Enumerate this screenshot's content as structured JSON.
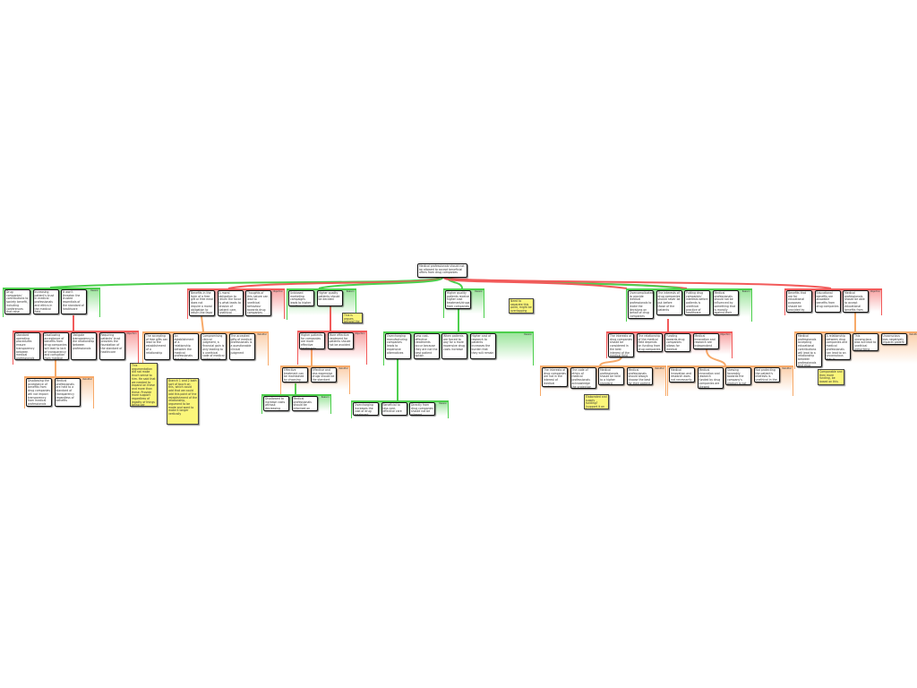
{
  "root": "Medical professionals should not be allowed to accept beneficial offers from drug companies",
  "colors": {
    "reason": "#4ccf4c",
    "objection": "#f25a5a",
    "rebuttal": "#f7a968",
    "note": "#fbf67a"
  },
  "labels": {
    "green": "Reason",
    "red": "Objection",
    "orange": "Rebuttal"
  },
  "groups": [
    {
      "kind": "green",
      "boxes": [
        "Drug companies' contributions to society benefit, including conferences that raise patient's health",
        "Increasing patient's trust in medical professionals and ethics in the medical field",
        "It won't threaten the trusted essentials of the standard of healthcare"
      ]
    },
    {
      "kind": "red",
      "boxes": [
        "Standard operating procedures ensure transparency between medical professionals and patients to prevent corruption",
        "Disallowing acceptance of benefits from drug companies will lead to lack of transparency and corruption from medical professionals",
        "Obligate transparency in the relationship between professionals",
        "Requiring patients' trust provides the foundation of the standard of healthcare"
      ]
    },
    {
      "kind": "orange",
      "boxes": [
        "Disallowing the acceptance of benefits from drug companies will not impact transparency from medical professionals",
        "Medical professionals are held to a standard of transparency regardless of benefits"
      ]
    },
    {
      "kind": "red",
      "boxes": [
        "Benefits in the form of a free gift or free meal does not require a moral obligation to return the favor",
        "A moral obligation to return the favor is what leads to erosion of patient care, unethical towards prescribing",
        "Thoughts of this nature can lead to unethical behaviour towards drug companies"
      ]
    },
    {
      "kind": "orange",
      "boxes": [
        "The accepting of free gifts can lead to the establishment of a relationship",
        "An establishment of a relationship between the medical professionals and drug companies for compensation",
        "Compromising clinical judgment, a financial gain is only leading to a unethical code of medical professionals",
        "The accepted gifts of medical professionals is a questionable clinical judgment"
      ]
    },
    {
      "kind": "green",
      "boxes": [
        "Unbiased marketing campaigns leads to higher quality patients",
        "Higher quality patients should be decided"
      ]
    },
    {
      "kind": "red",
      "boxes": [
        "Higher patients for companies are more effective treatments",
        "More effective treatment for patients should not be avoided"
      ]
    },
    {
      "kind": "orange",
      "boxes": [
        "Effective treatment can be maintained by choosing less expensive drugs",
        "Effective and less expensive drugs should be the standard practice"
      ]
    },
    {
      "kind": "green",
      "boxes": [
        "Disallowed to increase costs without decreasing quality of treatment",
        "Medical professionals should be informed on cost of treatment"
      ]
    },
    {
      "kind": "green",
      "boxes": [
        "Higher quality patients receive higher cost treatment/drugs from companies"
      ]
    },
    {
      "kind": "green",
      "boxes": [
        "Overcharging manufacturing companies leads to expensive alternatives",
        "Less cost-effective treatments occur because they are not the best patient option",
        "When patients are forced to pay for a more expensive drug, costs increase",
        "Higher cost of research to patients increases the burden that they will remain"
      ]
    },
    {
      "kind": "green",
      "boxes": [
        "Overcharging increases the cost of drug treatment",
        "Beneficial to less cost-effective care",
        "Directly from drug companies should not be allowed"
      ]
    },
    {
      "kind": "green",
      "boxes": [
        "Overcomplicated to provide medical professionals to make the decisions on behalf of drug companies rather than the patients",
        "The interests of drug companies should never be put before those of the patients",
        "Putting drug companies' interests before patients is unethical practice of healthcare",
        "Medical professionals should not be influenced by something that is morally against their code of ethics"
      ]
    },
    {
      "kind": "red",
      "boxes": [
        "The interests of drug companies should be considered in the best interest of the medical field",
        "The relationship of the medical field depends on funding from drug companies",
        "Funding towards drug companies allows for medical innovation and research",
        "Medical innovation and research are independent data"
      ]
    },
    {
      "kind": "orange",
      "boxes": [
        "The interests of drug companies are not in the interest of medical professionals",
        "The code of ethics of medical professionals acknowledge the protection of patients",
        "Medical professionals should be held to a higher standard",
        "Medical professionals should always choose the best for their patient"
      ]
    },
    {
      "kind": "orange",
      "boxes": [
        "Medical innovation and research does not necessarily improve patient care",
        "Medical innovation and research funded by drug companies are skewed favorably towards the company's product",
        "Skewing favorably towards the company's product is not protecting patients",
        "Not protecting the patient's interests is unethical in the medical field"
      ]
    },
    {
      "kind": "red",
      "boxes": [
        "Benefits that are for educational purposes should be provided by medical professionals",
        "Educational benefits are allowable benefits from drug companies",
        "Medical professionals should be able to accept educational benefits from drug companies"
      ]
    },
    {
      "kind": "orange",
      "boxes": [
        "Medical professionals accepting educational contributions will lead to a relationship between professionals and drug companies",
        "A relationship between drug companies and medical professionals can lead to an unconscious bias in prescribing",
        "This unconscious bias will lead to unethical prescribing",
        "Unconscious bias negatively impacts patient care"
      ]
    }
  ],
  "notes": [
    "This argumentation did not make much sense to him. He said that we needed to expand on these and more than these. Provide more support regardless of legality of things being per situational",
    "Branch 1 and 2 both sort of touch on this, which could add that we could add this point of the establishment of the relationship, argument to be made and want to make it longer vertically",
    "This is argues beyond the benefit",
    "Need to separate this point, might be overlapping some of this",
    "Elaborated and supply funding? (support it on notes)",
    "Comparable and then more funding, be based on this source"
  ]
}
